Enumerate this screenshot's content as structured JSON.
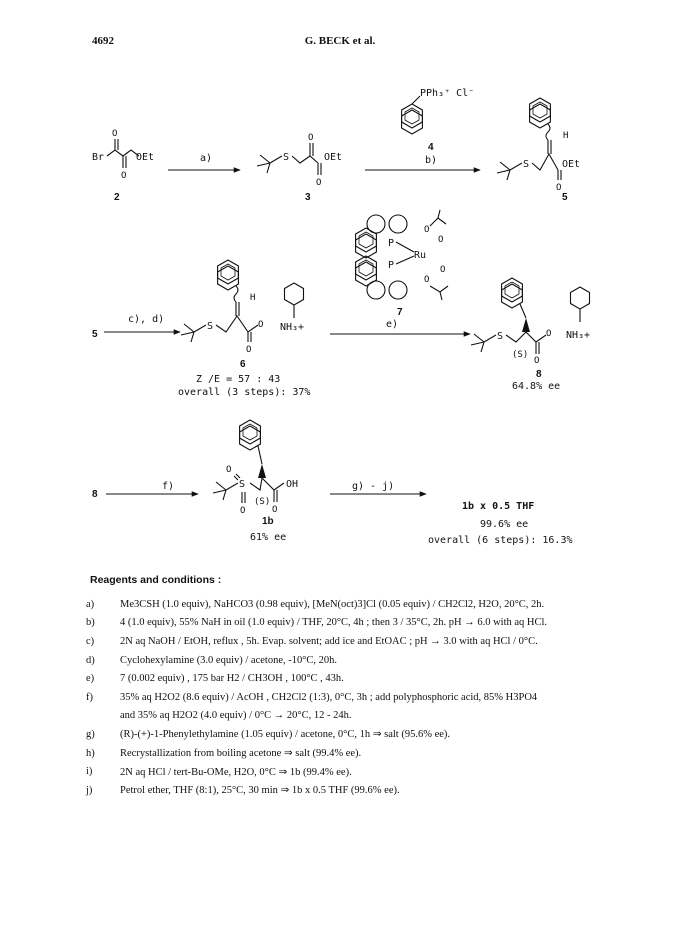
{
  "header": {
    "page": "4692",
    "authors": "G. BECK et al."
  },
  "compounds": {
    "c2": "2",
    "c3": "3",
    "c4": "4",
    "c5": "5",
    "c6": "6",
    "c7": "7",
    "c8": "8",
    "c1b": "1b",
    "c5_start": "5",
    "c8_start": "8"
  },
  "groups": {
    "br": "Br",
    "oet": "OEt",
    "o": "O",
    "s": "S",
    "h": "H",
    "oh": "OH",
    "pph3": "PPh₃⁺  Cl⁻",
    "nh3": "NH₃+",
    "s_config": "(S)",
    "p": "P",
    "ru": "Ru"
  },
  "steps": {
    "a": "a)",
    "b": "b)",
    "cd": "c), d)",
    "e": "e)",
    "f": "f)",
    "gj": "g) - j)"
  },
  "notes": {
    "ze": "Z /E  = 57 : 43",
    "overall3": "overall (3 steps): 37%",
    "ee8": "64.8% ee",
    "ee1b": "61% ee",
    "product": "1b x 0.5 THF",
    "ee_final": "99.6% ee",
    "overall6": "overall (6 steps): 16.3%"
  },
  "conditions": {
    "title": "Reagents and conditions :",
    "items": [
      {
        "key": "a)",
        "text": "Me3CSH (1.0 equiv), NaHCO3 (0.98 equiv), [MeN(oct)3]Cl (0.05 equiv) / CH2Cl2, H2O, 20°C, 2h."
      },
      {
        "key": "b)",
        "text": "4 (1.0 equiv), 55% NaH in oil (1.0 equiv) / THF, 20°C, 4h ; then 3 / 35°C, 2h. pH → 6.0 with aq HCl."
      },
      {
        "key": "c)",
        "text": "2N aq NaOH / EtOH, reflux , 5h. Evap. solvent; add ice and EtOAC ; pH → 3.0 with aq HCl / 0°C."
      },
      {
        "key": "d)",
        "text": "Cyclohexylamine (3.0 equiv) / acetone, -10°C, 20h."
      },
      {
        "key": "e)",
        "text": "7 (0.002 equiv) , 175 bar H2 / CH3OH , 100°C , 43h."
      },
      {
        "key": "f)",
        "text": "35% aq H2O2 (8.6 equiv) / AcOH , CH2Cl2 (1:3), 0°C, 3h ; add polyphosphoric acid, 85% H3PO4"
      },
      {
        "key": "",
        "text": "and 35% aq H2O2 (4.0 equiv) / 0°C → 20°C, 12 - 24h."
      },
      {
        "key": "g)",
        "text": "(R)-(+)-1-Phenylethylamine (1.05 equiv) / acetone, 0°C, 1h ⇒ salt (95.6% ee)."
      },
      {
        "key": "h)",
        "text": "Recrystallization from boiling acetone ⇒ salt (99.4% ee)."
      },
      {
        "key": "i)",
        "text": "2N aq HCl / tert-Bu-OMe, H2O, 0°C ⇒ 1b (99.4% ee)."
      },
      {
        "key": "j)",
        "text": "Petrol ether, THF (8:1), 25°C, 30 min ⇒ 1b x 0.5 THF (99.6% ee)."
      }
    ]
  }
}
